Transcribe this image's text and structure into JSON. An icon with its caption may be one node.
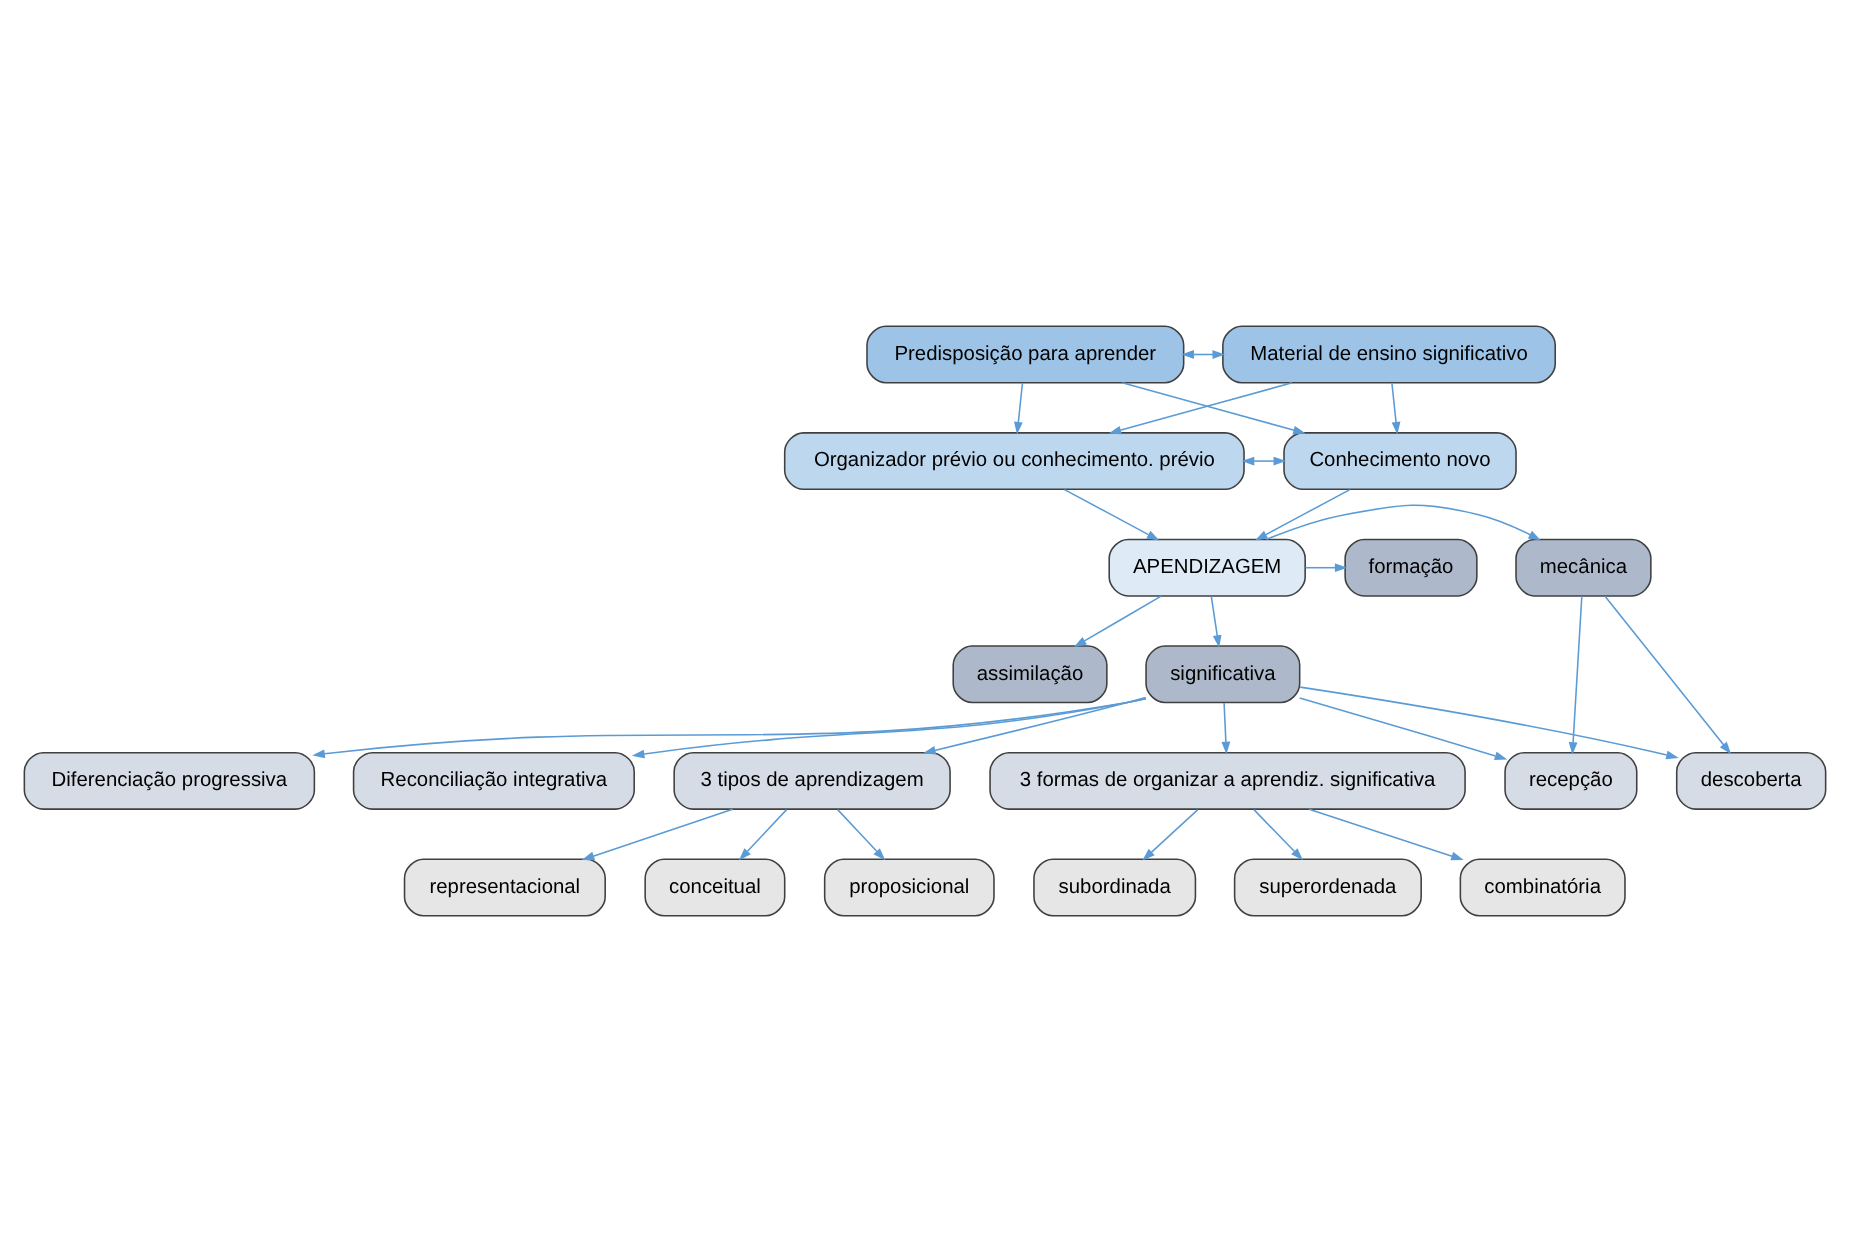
{
  "diagram": {
    "nodes": [
      {
        "text": [
          "Predisposição para aprender"
        ]
      },
      {
        "text": [
          "Material de ensino significativo"
        ]
      },
      {
        "text": [
          "Organizador prévio ou conhecimento. prévio"
        ]
      },
      {
        "text": [
          "Conhecimento novo"
        ]
      },
      {
        "text": [
          "formação"
        ]
      },
      {
        "text": [
          "APENDIZAGEM"
        ]
      },
      {
        "text": [
          "mecânica"
        ]
      },
      {
        "text": [
          "assimilação"
        ]
      },
      {
        "text": [
          "significativa"
        ]
      },
      {
        "text": [
          "recepção"
        ]
      },
      {
        "text": [
          "descoberta"
        ]
      },
      {
        "text": [
          "Diferenciação progressiva"
        ]
      },
      {
        "text": [
          "Reconciliação integrativa"
        ]
      },
      {
        "text": [
          "3 tipos de aprendizagem"
        ]
      },
      {
        "text": [
          "3 formas de organizar a aprendiz. significativa"
        ]
      },
      {
        "text": [
          "representacional"
        ]
      },
      {
        "text": [
          "subordinada"
        ]
      },
      {
        "text": [
          "conceitual"
        ]
      },
      {
        "text": [
          "superordenada"
        ]
      },
      {
        "text": [
          "proposicional"
        ]
      },
      {
        "text": [
          "combinatória"
        ]
      }
    ],
    "edges": [
      {
        "from": 0,
        "to": 1,
        "arrow": "both"
      },
      {
        "from": 0,
        "to": 2,
        "arrow": "to"
      },
      {
        "from": 0,
        "to": 3,
        "arrow": "to"
      },
      {
        "from": 1,
        "to": 2,
        "arrow": "to"
      },
      {
        "from": 1,
        "to": 3,
        "arrow": "to"
      },
      {
        "from": 2,
        "to": 3,
        "arrow": "both"
      },
      {
        "from": 2,
        "to": 5,
        "arrow": "to"
      },
      {
        "from": 3,
        "to": 5,
        "arrow": "to"
      },
      {
        "from": 5,
        "to": 4,
        "arrow": "to"
      },
      {
        "from": 5,
        "to": 7,
        "arrow": "to"
      },
      {
        "from": 5,
        "to": 6,
        "arrow": "to"
      },
      {
        "from": 5,
        "to": 8,
        "arrow": "to"
      },
      {
        "from": 6,
        "to": 9,
        "arrow": "to"
      },
      {
        "from": 6,
        "to": 10,
        "arrow": "to"
      },
      {
        "from": 8,
        "to": 9,
        "arrow": "to"
      },
      {
        "from": 8,
        "to": 10,
        "arrow": "to"
      },
      {
        "from": 8,
        "to": 11,
        "arrow": "to"
      },
      {
        "from": 8,
        "to": 12,
        "arrow": "to"
      },
      {
        "from": 8,
        "to": 13,
        "arrow": "to"
      },
      {
        "from": 8,
        "to": 14,
        "arrow": "to"
      },
      {
        "from": 13,
        "to": 15,
        "arrow": "to"
      },
      {
        "from": 13,
        "to": 17,
        "arrow": "to"
      },
      {
        "from": 13,
        "to": 19,
        "arrow": "to"
      },
      {
        "from": 14,
        "to": 16,
        "arrow": "to"
      },
      {
        "from": 14,
        "to": 18,
        "arrow": "to"
      },
      {
        "from": 14,
        "to": 20,
        "arrow": "to"
      }
    ]
  }
}
